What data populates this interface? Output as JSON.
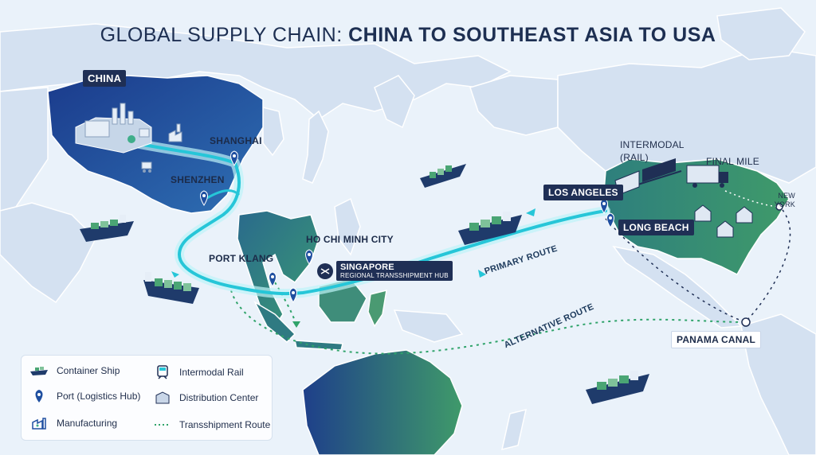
{
  "title": {
    "part1": "GLOBAL SUPPLY CHAIN:",
    "part2": "CHINA TO SOUTHEAST ASIA TO USA"
  },
  "colors": {
    "ocean": "#eaf2fa",
    "land_light": "#d6e3f2",
    "land_dark": "#1e3f8a",
    "land_green": "#3f9a6a",
    "route_primary": "#26c6d8",
    "route_alt": "#2fa36a",
    "label_dark": "#1f2f55"
  },
  "labels": {
    "china": "CHINA",
    "shanghai": "SHANGHAI",
    "shenzhen": "SHENZHEN",
    "port_klang": "PORT KLANG",
    "ho_chi_minh": "HO CHI MINH CITY",
    "singapore": "SINGAPORE",
    "singapore_sub": "REGIONAL TRANSSHIPMENT HUB",
    "los_angeles": "LOS ANGELES",
    "long_beach": "LONG BEACH",
    "intermodal": "INTERMODAL (RAIL)",
    "final_mile": "FINAL MILE",
    "new_york": "NEW YORK",
    "panama": "PANAMA CANAL",
    "primary_route": "PRIMARY ROUTE",
    "alternative_route": "ALTERNATIVE ROUTE"
  },
  "legend": {
    "container_ship": "Container Ship",
    "port": "Port (Logistics Hub)",
    "manufacturing": "Manufacturing",
    "rail": "Intermodal Rail",
    "distribution": "Distribution Center",
    "transshipment": "Transshipment Route"
  }
}
